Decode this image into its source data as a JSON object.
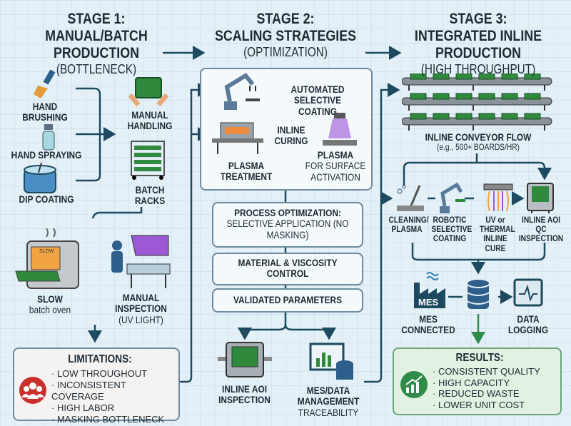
{
  "stage1": {
    "title": "STAGE 1:",
    "name": "MANUAL/BATCH PRODUCTION",
    "sub": "(BOTTLENECK)",
    "methods": [
      "HAND BRUSHING",
      "HAND SPRAYING",
      "DIP COATING"
    ],
    "handling": "MANUAL HANDLING",
    "racks": "BATCH RACKS",
    "oven_title": "SLOW",
    "oven_sub": "batch oven",
    "oven_tag": "SLOW",
    "inspection_title": "MANUAL INSPECTION",
    "inspection_sub": "(UV LIGHT)",
    "limitations": {
      "title": "LIMITATIONS:",
      "items": [
        "LOW THROUGHOUT",
        "INCONSISTENT COVERAGE",
        "HIGH LABOR",
        "MASKING BOTTLENECK"
      ]
    }
  },
  "stage2": {
    "title": "STAGE 2:",
    "name": "SCALING STRATEGIES",
    "sub": "(OPTIMIZATION)",
    "automated": "AUTOMATED SELECTIVE COATING",
    "curing": "INLINE CURING",
    "plasma_treatment": "PLASMA TREATMENT",
    "plasma_title": "PLASMA",
    "plasma_sub": "FOR SURFACE ACTIVATION",
    "process_title": "PROCESS OPTIMIZATION:",
    "process_sub": "SELECTIVE APPLICATION (NO MASKING)",
    "material": "MATERIAL & VISCOSITY CONTROL",
    "validated": "VALIDATED PARAMETERS",
    "aoi": "INLINE AOI INSPECTION",
    "mes_title": "MES/DATA MANAGEMENT",
    "mes_sub": "TRACEABILITY"
  },
  "stage3": {
    "title": "STAGE 3:",
    "name": "INTEGRATED INLINE PRODUCTION",
    "sub": "(HIGH THROUGHPUT)",
    "conveyor": "INLINE CONVEYOR FLOW",
    "conveyor_sub": "(e.g., 500+ BOARDS/HR)",
    "steps": [
      "CLEANING/ PLASMA",
      "ROBOTIC SELECTIVE COATING",
      "UV or THERMAL INLINE CURE",
      "INLINE AOI QC INSPECTION"
    ],
    "mes_icon": "MES",
    "mes": "MES CONNECTED",
    "logging": "DATA LOGGING",
    "results": {
      "title": "RESULTS:",
      "items": [
        "CONSISTENT QUALITY",
        "HIGH CAPACITY",
        "REDUCED WASTE",
        "LOWER UNIT COST"
      ]
    }
  },
  "colors": {
    "arrow": "#1d4a5e",
    "limit_red": "#c9302c",
    "result_green": "#2e8b48",
    "uv": "#9b59d6"
  }
}
